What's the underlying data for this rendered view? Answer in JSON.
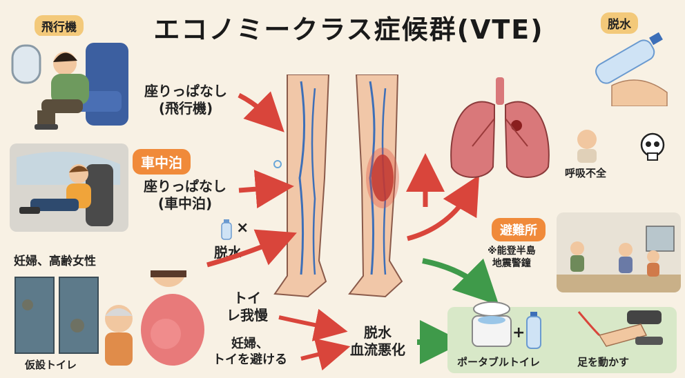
{
  "title": "エコノミークラス症候群(VTE)",
  "tags": {
    "airplane": "飛行機",
    "car": "車中泊",
    "dehydration": "脱水",
    "shelter": "避難所"
  },
  "labels": {
    "sitting_airplane": "座りっぱなし\n(飛行機)",
    "sitting_car": "座りっぱなし\n(車中泊)",
    "dehydration": "脱水",
    "toilet_holding": "トイ\nレ我慢",
    "pregnant_avoid": "妊婦、\nトイを避ける",
    "result": "脱水\n血流悪化",
    "pregnant_elderly": "妊婦、高齢女性",
    "temp_toilet": "仮設トイレ",
    "respiratory": "呼吸不全",
    "noto_note": "※能登半島\n地震警鐘",
    "portable_toilet": "ポータブルトイレ",
    "move_legs": "足を動かす",
    "plus": "+",
    "cross": "×"
  },
  "colors": {
    "arrow_red": "#d9453b",
    "arrow_green": "#3f9a4a",
    "vein_blue": "#3d6fb8",
    "lung": "#d9787a",
    "tag_yellow": "#f3c97a",
    "tag_orange": "#f08a3a"
  }
}
